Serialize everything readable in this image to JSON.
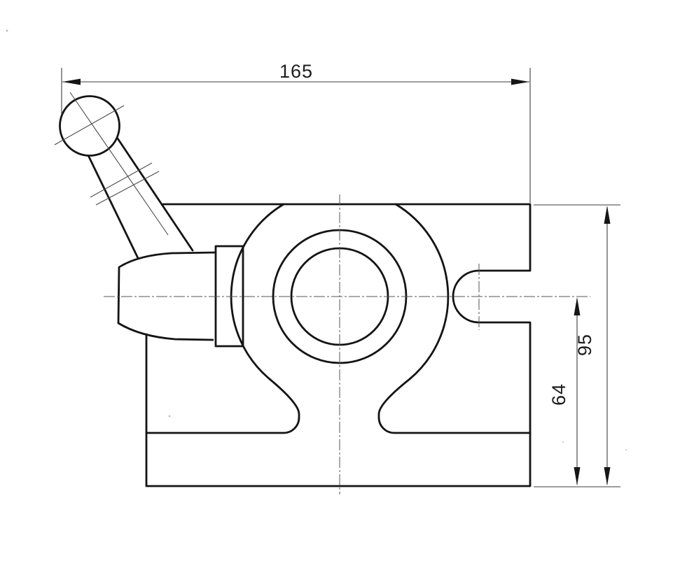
{
  "drawing": {
    "type": "engineering-drawing",
    "view": "front view of clamp body with ball-handle lever",
    "dimensions": {
      "overall_width": {
        "value": "165",
        "orientation": "horizontal"
      },
      "overall_height": {
        "value": "95",
        "orientation": "vertical"
      },
      "slot_center_height": {
        "value": "64",
        "orientation": "vertical"
      }
    },
    "colors": {
      "outline": "#141414",
      "thin_line": "#3c3c3c",
      "centerline": "#555555",
      "background": "#ffffff"
    }
  }
}
